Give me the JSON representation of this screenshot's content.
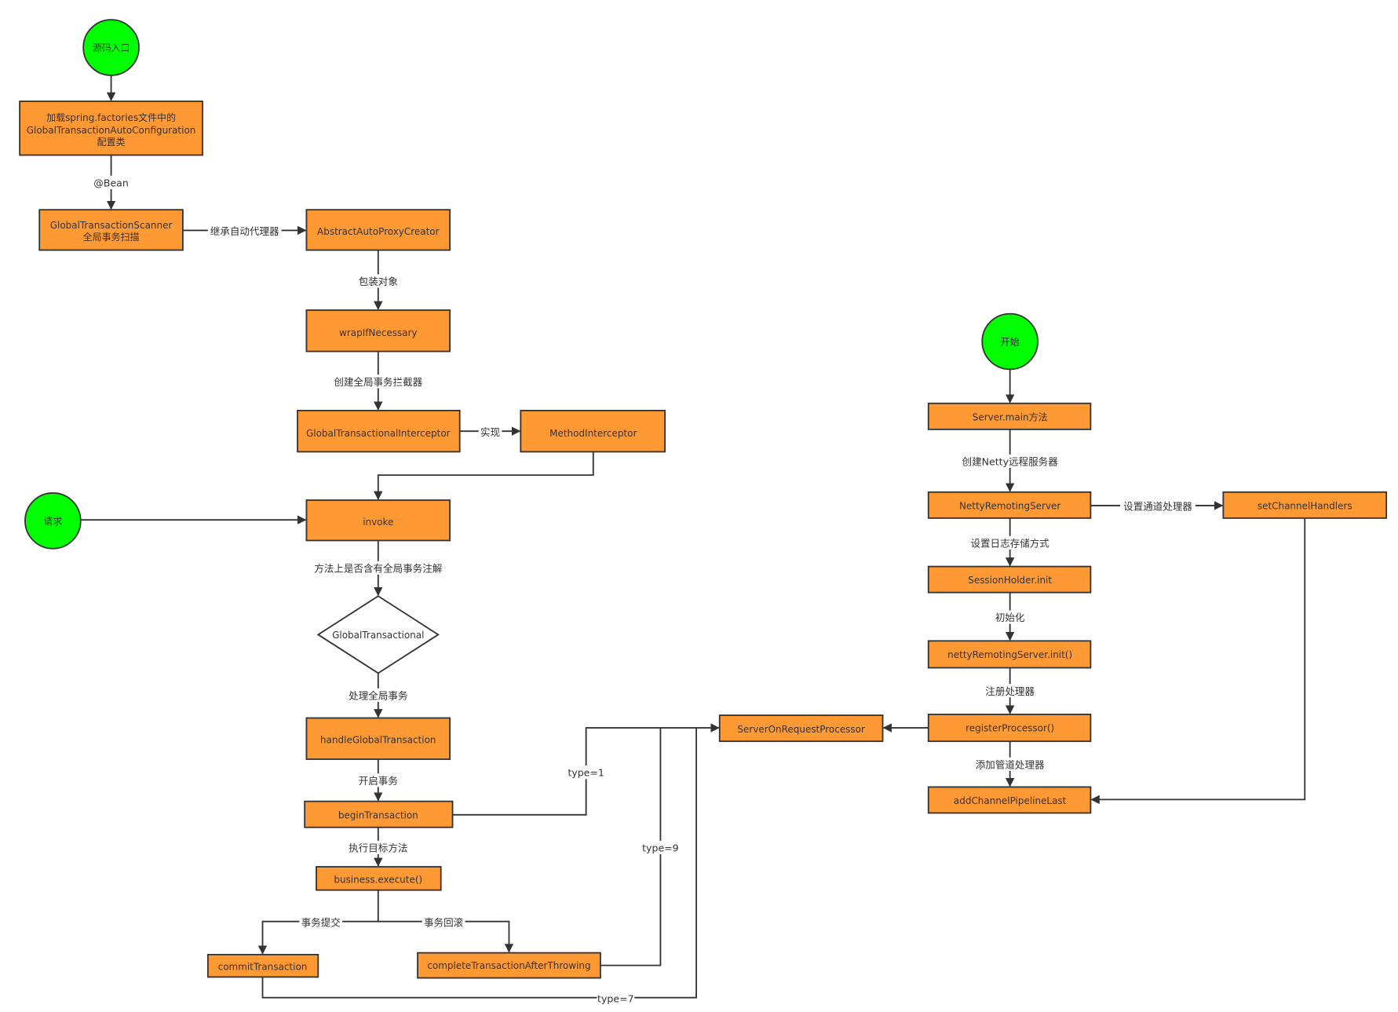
{
  "colors": {
    "process": "#FF9933",
    "terminal": "#00FF00",
    "stroke": "#333333"
  },
  "nodes": {
    "source_entry": "源码入口",
    "load_config": [
      "加载spring.factories文件中的",
      "GlobalTransactionAutoConfiguration",
      "配置类"
    ],
    "scanner": [
      "GlobalTransactionScanner",
      "全局事务扫描"
    ],
    "abstract_proxy": "AbstractAutoProxyCreator",
    "wrap": "wrapIfNecessary",
    "interceptor": "GlobalTransactionalInterceptor",
    "method_interceptor": "MethodInterceptor",
    "request": "请求",
    "invoke": "invoke",
    "decision": "GlobalTransactional",
    "handle": "handleGlobalTransaction",
    "begin": "beginTransaction",
    "execute": "business.execute()",
    "commit": "commitTransaction",
    "rollback": "completeTransactionAfterThrowing",
    "server_processor": "ServerOnRequestProcessor",
    "start": "开始",
    "server_main": "Server.main方法",
    "netty_server": "NettyRemotingServer",
    "set_handlers": "setChannelHandlers",
    "session_init": "SessionHolder.init",
    "netty_init": "nettyRemotingServer.init()",
    "register": "registerProcessor()",
    "add_pipeline": "addChannelPipelineLast"
  },
  "edges": {
    "bean": "@Bean",
    "inherit": "继承自动代理器",
    "wrap_object": "包装对象",
    "create_interceptor": "创建全局事务拦截器",
    "implements": "实现",
    "has_annotation": "方法上是否含有全局事务注解",
    "handle_global": "处理全局事务",
    "open_tx": "开启事务",
    "exec_target": "执行目标方法",
    "commit_tx": "事务提交",
    "rollback_tx": "事务回滚",
    "type1": "type=1",
    "type9": "type=9",
    "type7": "type=7",
    "create_netty": "创建Netty远程服务器",
    "set_channel": "设置通道处理器",
    "set_log": "设置日志存储方式",
    "init": "初始化",
    "register_handler": "注册处理器",
    "add_pipeline": "添加管道处理器"
  }
}
